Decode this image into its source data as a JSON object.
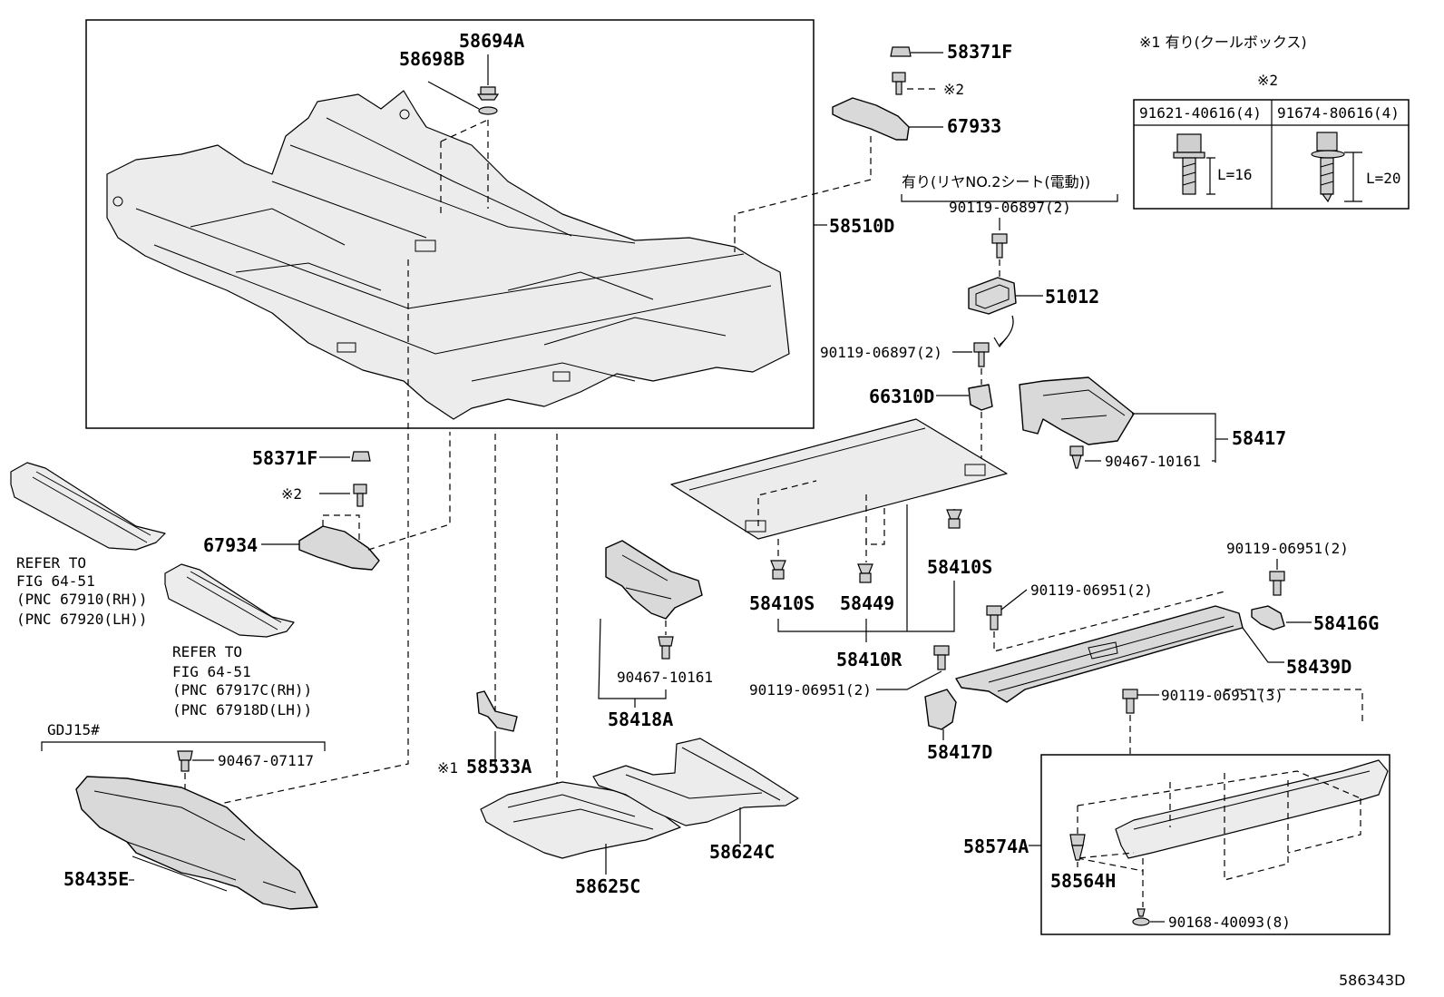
{
  "labels": {
    "p58694A": "58694A",
    "p58698B": "58698B",
    "p58371F_top": "58371F",
    "mark2_top": "※2",
    "p67933": "67933",
    "p58510D": "58510D",
    "rear_seat_note": "有り(リヤNO.2シート(電動))",
    "p90119_06897_a": "90119-06897(2)",
    "p51012": "51012",
    "p90119_06897_b": "90119-06897(2)",
    "p66310D": "66310D",
    "p58417": "58417",
    "p90467_10161_a": "90467-10161",
    "p58371F_left": "58371F",
    "mark2_left": "※2",
    "p67934": "67934",
    "refer_1_line1": "REFER TO",
    "refer_1_line2": "FIG 64-51",
    "refer_1_line3": "(PNC 67910(RH))",
    "refer_1_line4": "(PNC 67920(LH))",
    "refer_2_line1": "REFER TO",
    "refer_2_line2": "FIG 64-51",
    "refer_2_line3": "(PNC 67917C(RH))",
    "refer_2_line4": "(PNC 67918D(LH))",
    "gdj_note": "GDJ15#",
    "p90467_07117": "90467-07117",
    "p58435E": "58435E",
    "mark1_58533A": "※1",
    "p58533A": "58533A",
    "p90467_10161_b": "90467-10161",
    "p58418A": "58418A",
    "p58625C": "58625C",
    "p58624C": "58624C",
    "p58410S_a": "58410S",
    "p58449": "58449",
    "p58410S_b": "58410S",
    "p58410R": "58410R",
    "p90119_06951_a": "90119-06951(2)",
    "p90119_06951_b": "90119-06951(2)",
    "p90119_06951_c": "90119-06951(2)",
    "p58416G": "58416G",
    "p58439D": "58439D",
    "p58417D": "58417D",
    "p90119_06951_d": "90119-06951(3)",
    "p58574A": "58574A",
    "p58564H": "58564H",
    "p90168_40093": "90168-40093(8)",
    "cool_box_note": "※1 有り(クールボックス)",
    "table_mark": "※2",
    "table_col1": "91621-40616(4)",
    "table_col2": "91674-80616(4)",
    "len_a": "L=16",
    "len_b": "L=20",
    "figure_id": "586343D"
  }
}
